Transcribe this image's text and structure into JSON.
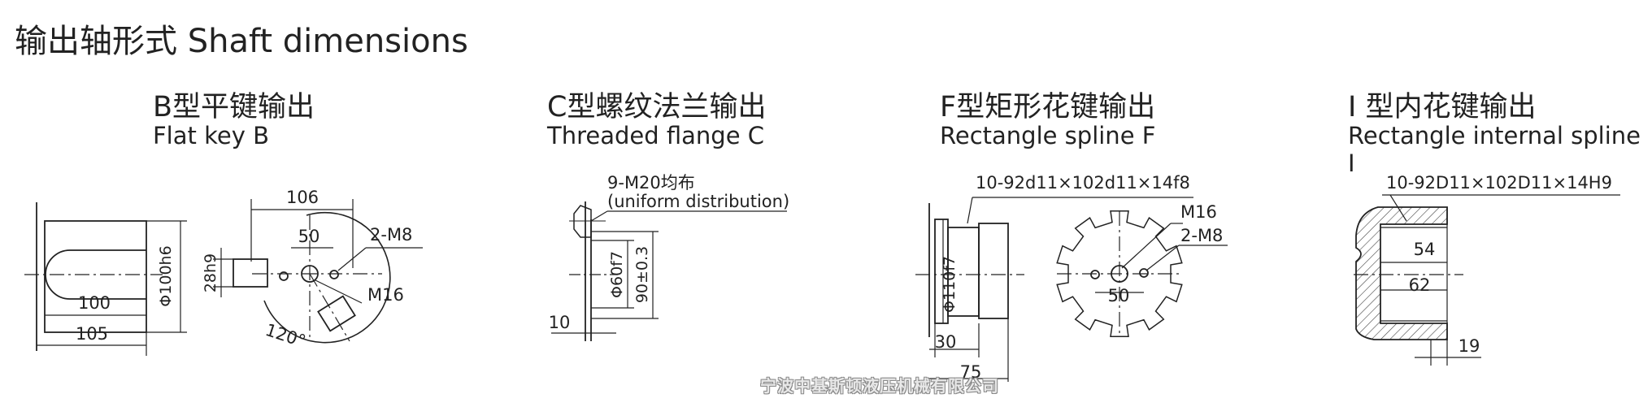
{
  "title": "输出轴形式 Shaft dimensions",
  "views": {
    "b": {
      "caption_cn": "B型平键输出",
      "caption_en": "Flat key B",
      "dims": {
        "d1": "Φ100h6",
        "d2": "100",
        "d3": "105",
        "d4": "106",
        "d5": "50",
        "d6": "28h9",
        "d7": "2-M8",
        "d8": "M16",
        "d9": "120°"
      }
    },
    "c": {
      "caption_cn": "C型螺纹法兰输出",
      "caption_en": "Threaded flange C",
      "dims": {
        "d1": "9-M20均布",
        "d2": "(uniform distribution)",
        "d3": "Φ60f7",
        "d4": "90±0.3",
        "d5": "10"
      }
    },
    "f": {
      "caption_cn": "F型矩形花键输出",
      "caption_en": "Rectangle spline F",
      "dims": {
        "d1": "10-92d11×102d11×14f8",
        "d2": "Φ110f7",
        "d3": "30",
        "d4": "75",
        "d5": "M16",
        "d6": "2-M8",
        "d7": "50"
      }
    },
    "i": {
      "caption_cn": "I 型内花键输出",
      "caption_en": "Rectangle internal spline I",
      "dims": {
        "d1": "10-92D11×102D11×14H9",
        "d2": "54",
        "d3": "62",
        "d4": "19"
      }
    }
  },
  "watermark": "宁波中基斯顿液压机械有限公司"
}
